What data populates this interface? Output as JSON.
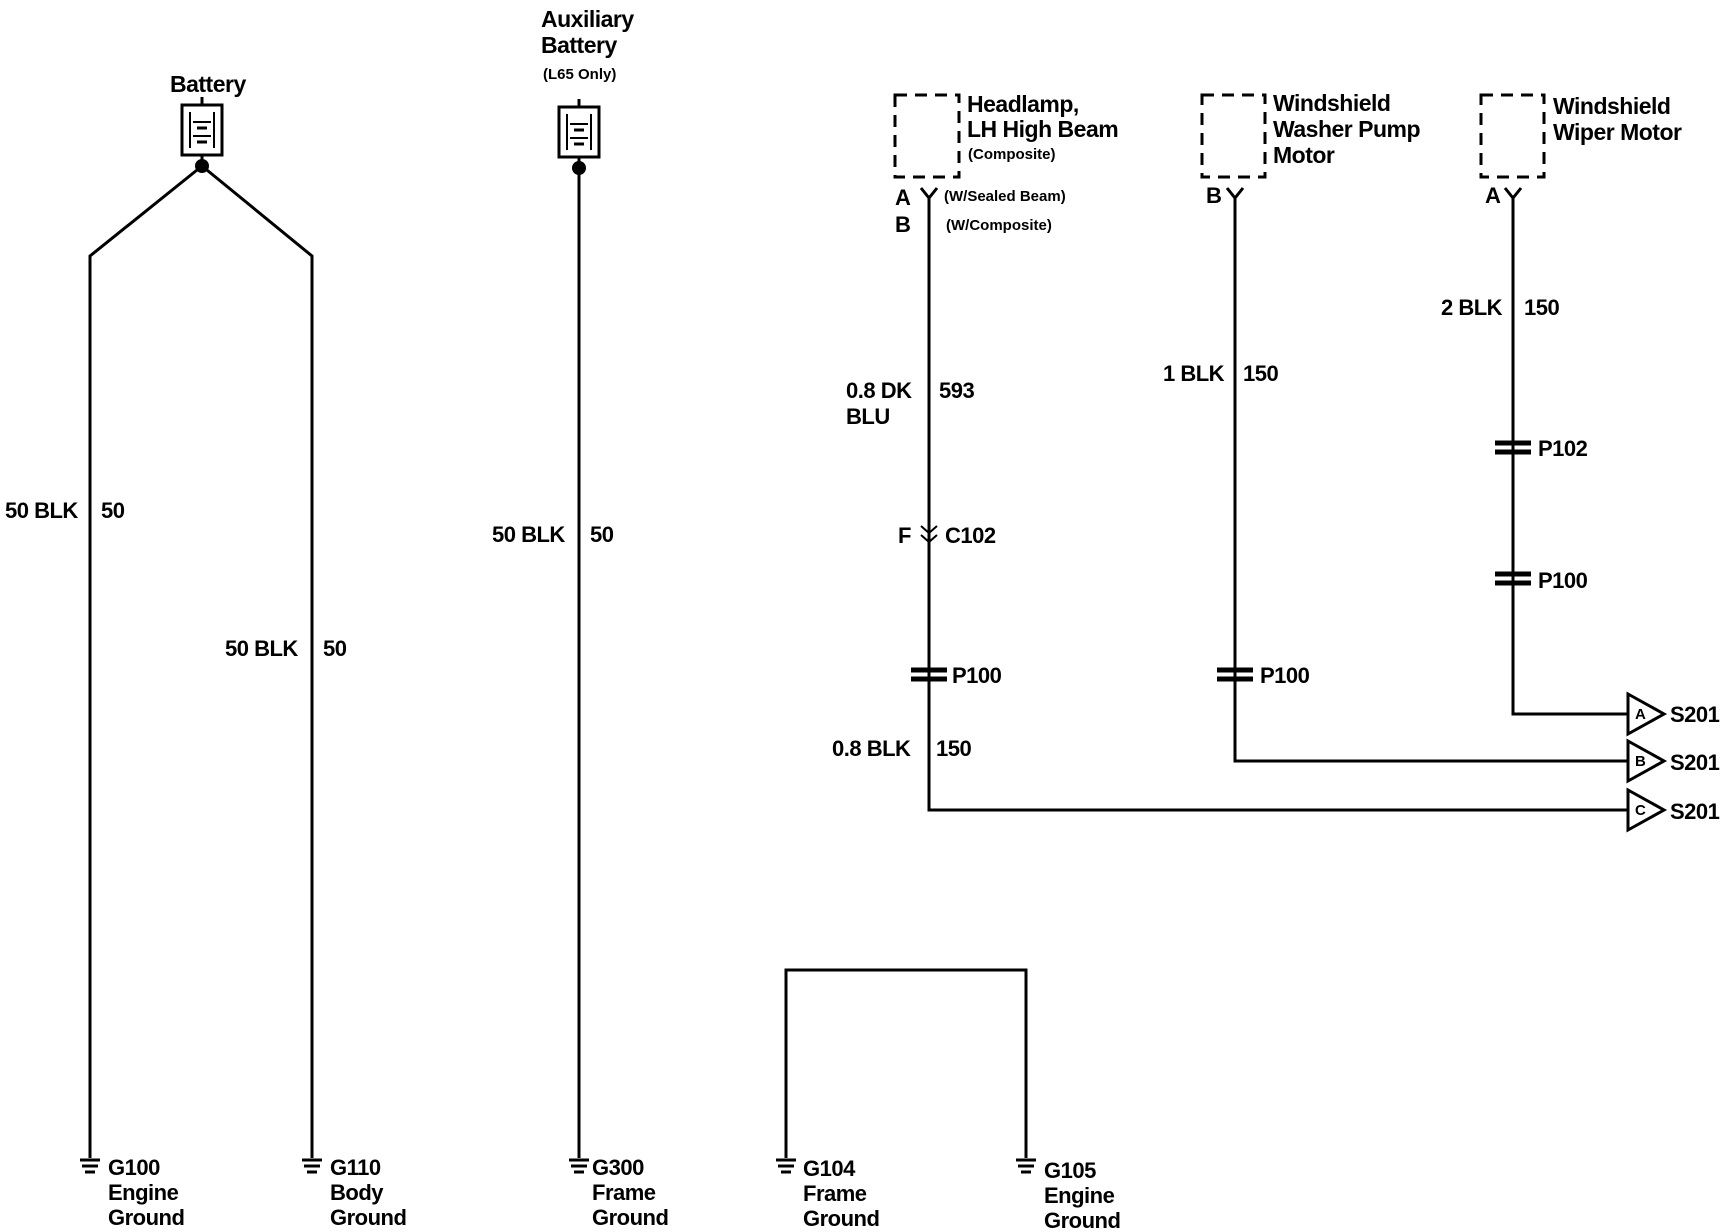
{
  "components": {
    "battery": {
      "title": "Battery"
    },
    "aux_battery": {
      "title_line1": "Auxiliary",
      "title_line2": "Battery",
      "note": "(L65 Only)"
    },
    "headlamp": {
      "title_line1": "Headlamp,",
      "title_line2": "LH High Beam",
      "note": "(Composite)",
      "pin_a": "A",
      "pin_b": "B",
      "pin_a_note": "(W/Sealed Beam)",
      "pin_b_note": "(W/Composite)"
    },
    "washer_pump": {
      "title_line1": "Windshield",
      "title_line2": "Washer Pump",
      "title_line3": "Motor",
      "pin": "B"
    },
    "wiper_motor": {
      "title_line1": "Windshield",
      "title_line2": "Wiper Motor",
      "pin": "A"
    }
  },
  "wires": {
    "battery_left": {
      "gauge": "50 BLK",
      "circuit": "50"
    },
    "battery_right": {
      "gauge": "50 BLK",
      "circuit": "50"
    },
    "aux": {
      "gauge": "50 BLK",
      "circuit": "50"
    },
    "headlamp_upper": {
      "gauge_line1": "0.8 DK",
      "gauge_line2": "BLU",
      "circuit": "593"
    },
    "headlamp_lower": {
      "gauge": "0.8 BLK",
      "circuit": "150"
    },
    "washer": {
      "gauge": "1 BLK",
      "circuit": "150"
    },
    "wiper": {
      "gauge": "2 BLK",
      "circuit": "150"
    }
  },
  "connectors": {
    "c102": {
      "pin": "F",
      "name": "C102"
    },
    "headlamp_p100": "P100",
    "washer_p100": "P100",
    "wiper_p102": "P102",
    "wiper_p100": "P100"
  },
  "splices": [
    {
      "letter": "A",
      "name": "S201"
    },
    {
      "letter": "B",
      "name": "S201"
    },
    {
      "letter": "C",
      "name": "S201"
    }
  ],
  "grounds": [
    {
      "id": "G100",
      "line1": "Engine",
      "line2": "Ground"
    },
    {
      "id": "G110",
      "line1": "Body",
      "line2": "Ground"
    },
    {
      "id": "G300",
      "line1": "Frame",
      "line2": "Ground"
    },
    {
      "id": "G104",
      "line1": "Frame",
      "line2": "Ground"
    },
    {
      "id": "G105",
      "line1": "Engine",
      "line2": "Ground"
    }
  ]
}
